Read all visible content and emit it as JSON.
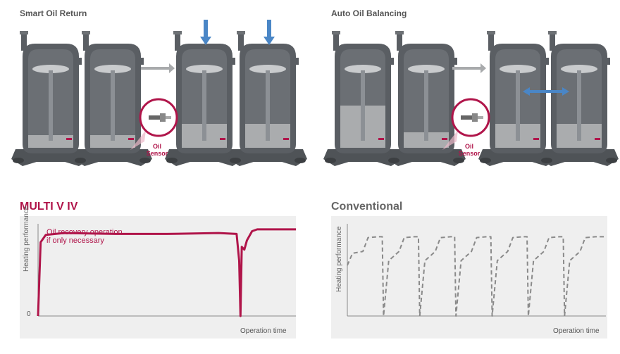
{
  "smart_oil_return": {
    "title": "Smart Oil Return",
    "sensor_label": [
      "Oil",
      "Sensor"
    ]
  },
  "auto_oil_balancing": {
    "title": "Auto Oil Balancing",
    "sensor_label": [
      "Oil",
      "Sensor"
    ]
  },
  "multi_v": {
    "title": "MULTI V IV",
    "ylabel": "Heating performance",
    "xlabel": "Operation time",
    "zero": "0",
    "annotation_line1": "Oil recovery operation",
    "annotation_line2": "if only necessary"
  },
  "conventional": {
    "title": "Conventional",
    "ylabel": "Heating performance",
    "xlabel": "Operation time"
  },
  "colors": {
    "accent": "#b0154a",
    "title_dark": "#333333",
    "conventional_title": "#666666",
    "panel_bg": "#efefef",
    "arrow_blue": "#4a86c6",
    "compressor_body": "#5a5e63",
    "compressor_inner": "#9a9ea3",
    "oil": "#b5b7b8"
  },
  "chart_data": [
    {
      "type": "line",
      "title": "MULTI V IV",
      "xlabel": "Operation time",
      "ylabel": "Heating performance",
      "ylim": [
        0,
        1
      ],
      "series": [
        {
          "x": [
            0,
            0.01,
            0.03,
            0.1,
            0.3,
            0.5,
            0.7,
            0.77,
            0.78,
            0.785,
            0.79,
            0.8,
            0.81,
            0.83,
            0.85,
            1.0
          ],
          "values": [
            0,
            0.8,
            0.88,
            0.9,
            0.89,
            0.89,
            0.9,
            0.89,
            0.6,
            0.0,
            0.75,
            0.72,
            0.82,
            0.92,
            0.94,
            0.94
          ]
        }
      ],
      "annotations": [
        "Oil recovery operation if only necessary"
      ]
    },
    {
      "type": "line",
      "title": "Conventional",
      "xlabel": "Operation time",
      "ylabel": "Heating performance",
      "ylim": [
        0,
        1
      ],
      "series": [
        {
          "x": [
            0,
            0.02,
            0.06,
            0.08,
            0.12,
            0.135,
            0.14,
            0.16,
            0.2,
            0.22,
            0.26,
            0.275,
            0.28,
            0.3,
            0.34,
            0.36,
            0.4,
            0.415,
            0.42,
            0.44,
            0.48,
            0.5,
            0.54,
            0.555,
            0.56,
            0.58,
            0.62,
            0.64,
            0.68,
            0.695,
            0.7,
            0.72,
            0.76,
            0.78,
            0.82,
            0.835,
            0.84,
            0.86,
            0.9,
            0.92,
            0.96,
            1.0
          ],
          "values": [
            0.55,
            0.68,
            0.7,
            0.85,
            0.86,
            0.86,
            0.0,
            0.6,
            0.7,
            0.85,
            0.86,
            0.86,
            0.0,
            0.6,
            0.7,
            0.85,
            0.86,
            0.86,
            0.0,
            0.6,
            0.7,
            0.85,
            0.86,
            0.86,
            0.0,
            0.6,
            0.7,
            0.85,
            0.86,
            0.86,
            0.0,
            0.6,
            0.7,
            0.85,
            0.86,
            0.86,
            0.0,
            0.6,
            0.7,
            0.85,
            0.86,
            0.86
          ]
        }
      ]
    }
  ]
}
